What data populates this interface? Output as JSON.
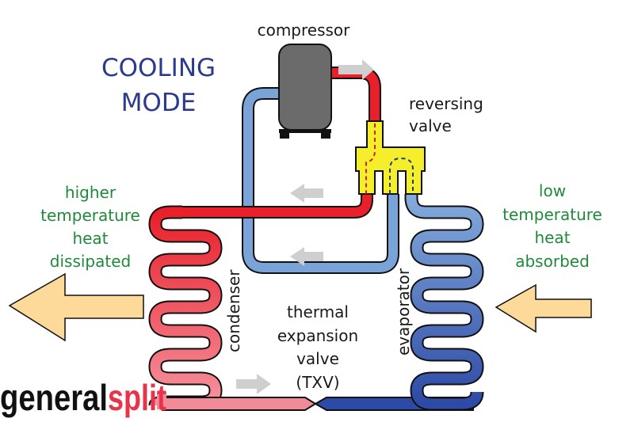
{
  "title": {
    "line1": "COOLING",
    "line2": "MODE"
  },
  "labels": {
    "compressor": "compressor",
    "reversing_valve_1": "reversing",
    "reversing_valve_2": "valve",
    "condenser": "condenser",
    "evaporator": "evaporator",
    "txv_1": "thermal",
    "txv_2": "expansion",
    "txv_3": "valve",
    "txv_4": "(TXV)"
  },
  "left_note": {
    "lines": [
      "higher",
      "temperature",
      "heat",
      "dissipated"
    ]
  },
  "right_note": {
    "lines": [
      "low",
      "temperature",
      "heat",
      "absorbed"
    ]
  },
  "logo": {
    "part1": "general",
    "part2": "split"
  },
  "colors": {
    "title": "#2b3a8c",
    "note_text": "#1e8a3a",
    "hot_pipe": "#e8202a",
    "cool_pipe": "#7aa4d8",
    "evaporator_dark": "#2d4fa8",
    "condenser_light": "#f38a98",
    "valve_yellow": "#f5ee2a",
    "compressor": "#6b6b6b",
    "heat_arrow": "#fdd99a",
    "flow_arrow": "#cfcfcf",
    "logo_black": "#111111",
    "logo_red": "#e8344a"
  }
}
